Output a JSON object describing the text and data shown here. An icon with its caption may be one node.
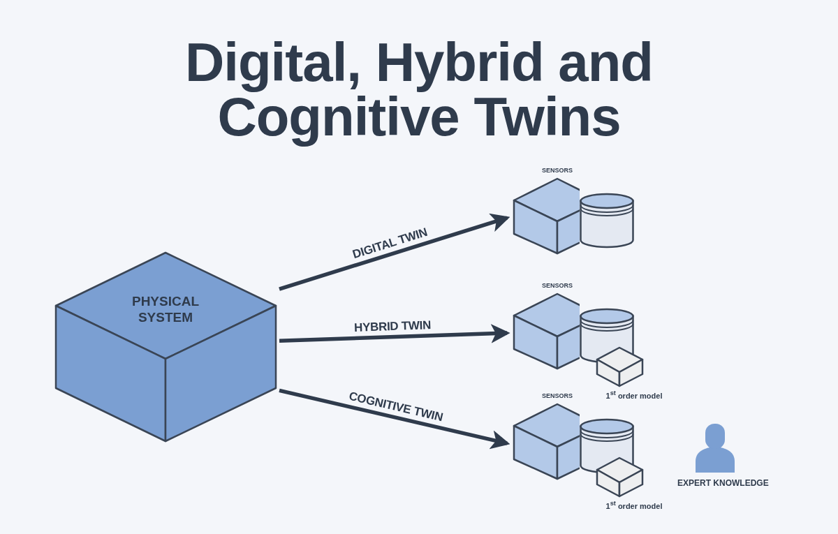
{
  "diagram": {
    "title": "Digital, Hybrid and Cognitive Twins",
    "nodes": [
      {
        "text": [
          "PHYSICAL SYSTEM"
        ]
      },
      {
        "text": [
          "SENSORS"
        ]
      },
      {
        "text": [],
        "shape": "cylinder"
      },
      {
        "text": [
          "SENSORS"
        ]
      },
      {
        "text": [],
        "shape": "cylinder"
      },
      {
        "text": [
          "1$^{st}$ order model"
        ]
      },
      {
        "text": [
          "SENSORS"
        ]
      },
      {
        "text": [],
        "shape": "cylinder"
      },
      {
        "text": [
          "1$^{st}$ order model"
        ]
      },
      {
        "text": [
          "EXPERT KNOWLEDGE"
        ]
      }
    ],
    "edges": [
      {
        "from": 0,
        "to": 1,
        "arrow": "to",
        "label": "DIGITAL TWIN"
      },
      {
        "from": 0,
        "to": 3,
        "arrow": "to",
        "label": "HYBRID TWIN"
      },
      {
        "from": 0,
        "to": 6,
        "arrow": "to",
        "label": "COGNITIVE TWIN"
      }
    ]
  }
}
